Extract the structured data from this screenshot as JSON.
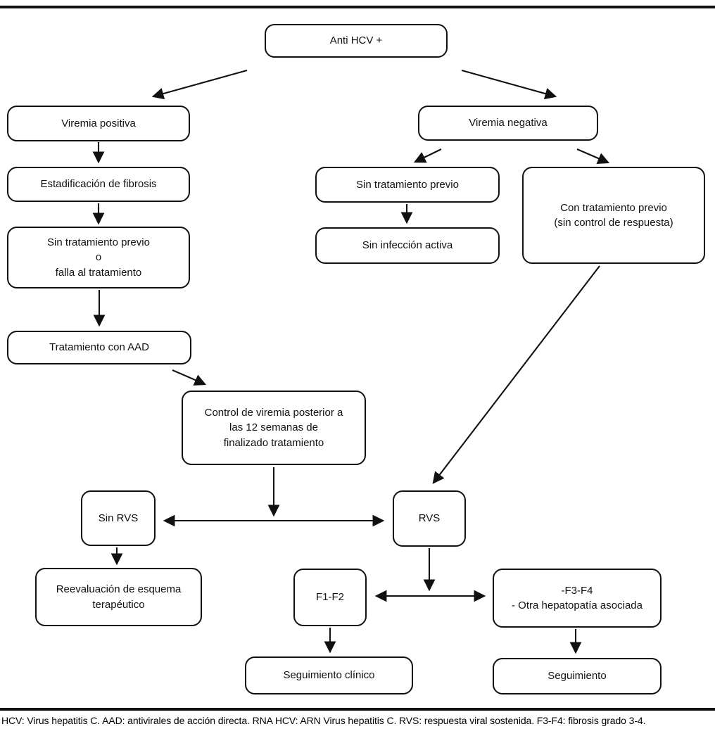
{
  "diagram": {
    "type": "flowchart",
    "topic": "Algoritmo de manejo Anti HCV +",
    "colors": {
      "background": "#ffffff",
      "line": "#111111",
      "text": "#111111"
    },
    "nodes": {
      "anti_hcv": {
        "label": "Anti HCV +"
      },
      "viremia_positiva": {
        "label": "Viremia positiva"
      },
      "estadificacion": {
        "label": "Estadificación de fibrosis"
      },
      "sin_trat_o_falla": {
        "label": "Sin tratamiento previo\no\nfalla al tratamiento"
      },
      "tratamiento_aad": {
        "label": "Tratamiento con AAD"
      },
      "control_viremia": {
        "label": "Control de viremia posterior a\nlas 12 semanas de\nfinalizado tratamiento"
      },
      "viremia_negativa": {
        "label": "Viremia negativa"
      },
      "sin_trat_previo": {
        "label": "Sin tratamiento previo"
      },
      "sin_infeccion": {
        "label": "Sin infección activa"
      },
      "con_trat_previo": {
        "label": "Con tratamiento previo\n(sin control de respuesta)"
      },
      "sin_rvs": {
        "label": "Sin RVS"
      },
      "rvs": {
        "label": "RVS"
      },
      "reevaluacion": {
        "label": "Reevaluación de esquema\nterapéutico"
      },
      "f1_f2": {
        "label": "F1-F2"
      },
      "f3_f4": {
        "label": "-F3-F4\n- Otra hepatopatía asociada"
      },
      "seguimiento_clinico": {
        "label": "Seguimiento clínico"
      },
      "seguimiento": {
        "label": "Seguimiento"
      }
    },
    "edges": [
      {
        "from": "anti_hcv",
        "to": "viremia_positiva",
        "bidirectional": false
      },
      {
        "from": "anti_hcv",
        "to": "viremia_negativa",
        "bidirectional": false
      },
      {
        "from": "viremia_positiva",
        "to": "estadificacion",
        "bidirectional": false
      },
      {
        "from": "estadificacion",
        "to": "sin_trat_o_falla",
        "bidirectional": false
      },
      {
        "from": "sin_trat_o_falla",
        "to": "tratamiento_aad",
        "bidirectional": false
      },
      {
        "from": "tratamiento_aad",
        "to": "control_viremia",
        "bidirectional": false
      },
      {
        "from": "viremia_negativa",
        "to": "sin_trat_previo",
        "bidirectional": false
      },
      {
        "from": "viremia_negativa",
        "to": "con_trat_previo",
        "bidirectional": false
      },
      {
        "from": "sin_trat_previo",
        "to": "sin_infeccion",
        "bidirectional": false
      },
      {
        "from": "con_trat_previo",
        "to": "rvs",
        "bidirectional": false
      },
      {
        "from": "control_viremia",
        "to": "link_between_sin_rvs_and_rvs",
        "bidirectional": false
      },
      {
        "from": "sin_rvs",
        "to": "rvs",
        "bidirectional": true
      },
      {
        "from": "sin_rvs",
        "to": "reevaluacion",
        "bidirectional": false
      },
      {
        "from": "rvs",
        "to": "link_between_f1_f2_and_f3_f4",
        "bidirectional": false
      },
      {
        "from": "f1_f2",
        "to": "f3_f4",
        "bidirectional": true
      },
      {
        "from": "f1_f2",
        "to": "seguimiento_clinico",
        "bidirectional": false
      },
      {
        "from": "f3_f4",
        "to": "seguimiento",
        "bidirectional": false
      }
    ],
    "footnote": "HCV: Virus hepatitis C. AAD: antivirales de acción directa. RNA HCV: ARN Virus hepatitis C. RVS: respuesta viral sostenida. F3-F4: fibrosis grado 3-4."
  }
}
